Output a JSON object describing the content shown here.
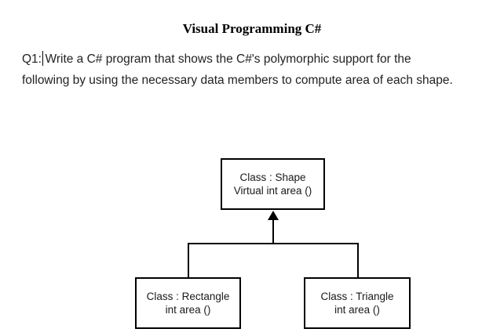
{
  "page": {
    "background_color": "#ffffff",
    "text_color": "#000000"
  },
  "title": "Visual Programming C#",
  "question": {
    "label": "Q1:",
    "line1_rest": "Write a C# program that shows the C#'s polymorphic support for the",
    "line2": "following by using the necessary data members to compute area of each shape."
  },
  "diagram": {
    "line_color": "#000000",
    "shape_box": {
      "line1": "Class : Shape",
      "line2": "Virtual int area ()"
    },
    "rectangle_box": {
      "line1": "Class : Rectangle",
      "line2": "int area ()"
    },
    "triangle_box": {
      "line1": "Class : Triangle",
      "line2": "int area ()"
    }
  }
}
